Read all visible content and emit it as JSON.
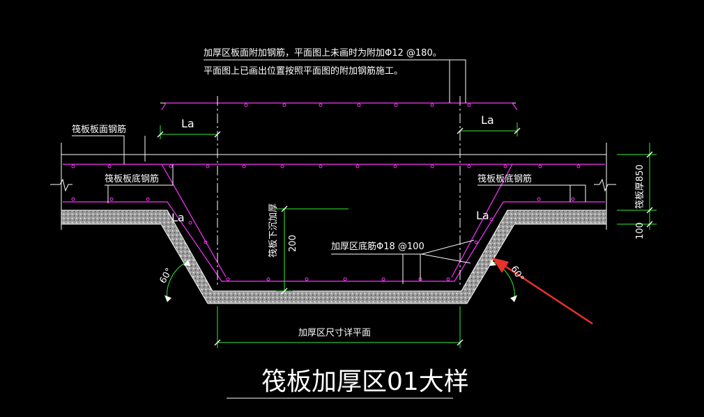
{
  "colors": {
    "background": "#000000",
    "white": "#ffffff",
    "magenta": "#ff33ff",
    "green": "#33ee33",
    "arrow": "#e8322a"
  },
  "notes": {
    "line1": "加厚区板面附加钢筋，平面图上未画时为附加Φ12 @180。",
    "line2": "平面图上已画出位置按照平面图的附加钢筋施工。"
  },
  "labels": {
    "la_top_left": "La",
    "la_top_right": "La",
    "la_slope_left": "La",
    "la_slope_right": "La",
    "raft_top_rebar": "筏板板面钢筋",
    "raft_bottom_rebar_left": "筏板板底钢筋",
    "raft_bottom_rebar_right": "筏板板底钢筋",
    "thick_bottom_rebar": "加厚区底筋Φ18 @100",
    "drop_label": "筏板下沉加厚",
    "drop_value": "200",
    "thickness_label": "筏板厚850",
    "cushion_value": "100",
    "angle_left": "60°",
    "angle_right": "60°",
    "width_label": "加厚区尺寸详平面",
    "title": "筏板加厚区01大样"
  }
}
